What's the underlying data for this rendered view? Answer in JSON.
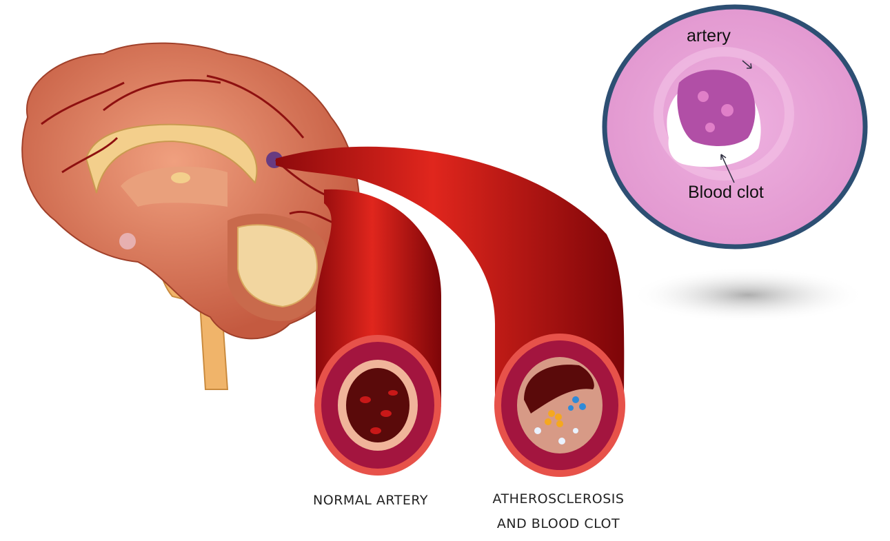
{
  "labels": {
    "normal_artery": "NORMAL ARTERY",
    "atherosclerosis_line1": "ATHEROSCLEROSIS",
    "atherosclerosis_line2": "AND BLOOD CLOT"
  },
  "micrograph": {
    "artery_label": "artery",
    "clot_label": "Blood clot"
  },
  "colors": {
    "artery_red": "#c8141a",
    "wall": "#a3153f",
    "brain": "#d9785a",
    "micrograph_pink": "#e7a2d6",
    "frame": "#2d4f73"
  }
}
